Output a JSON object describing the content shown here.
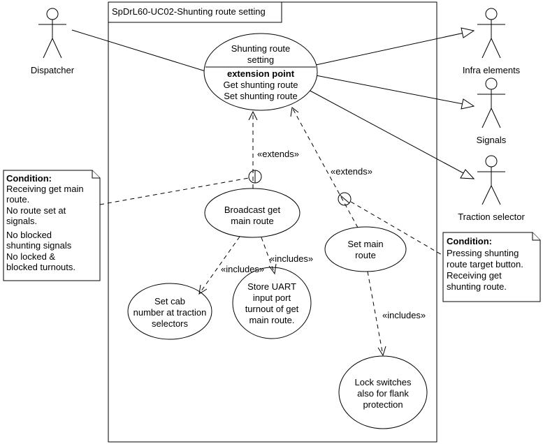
{
  "system": {
    "title": "SpDrL60-UC02-Shunting route setting"
  },
  "actors": [
    {
      "id": "dispatcher",
      "name": "Dispatcher"
    },
    {
      "id": "infra",
      "name": "Infra elements"
    },
    {
      "id": "signals",
      "name": "Signals"
    },
    {
      "id": "traction",
      "name": "Traction selector"
    }
  ],
  "main_use_case": {
    "line1": "Shunting route",
    "line2": "setting",
    "ext_header": "extension point",
    "ext_points": [
      "Get shunting route",
      "Set shunting route"
    ]
  },
  "use_cases": {
    "broadcast": [
      "Broadcast get",
      "main route"
    ],
    "set_main": [
      "Set main",
      "route"
    ],
    "set_cab": [
      "Set cab",
      "number at traction",
      "selectors"
    ],
    "store_uart": [
      "Store UART",
      "input port",
      "turnout of get",
      "main route."
    ],
    "lock_switches": [
      "Lock switches",
      "also for flank",
      "protection"
    ]
  },
  "stereotypes": {
    "extends_1": "«extends»",
    "extends_2": "«extends»",
    "includes_1": "«includes»",
    "includes_2": "«includes»",
    "includes_3": "«includes»"
  },
  "notes": {
    "left": {
      "title": "Condition:",
      "lines": [
        "Receiving get main",
        "route.",
        "No route set at",
        "signals.",
        "No blocked",
        "shunting signals",
        "No locked &",
        "blocked turnouts."
      ]
    },
    "right": {
      "title": "Condition:",
      "lines": [
        "Pressing shunting",
        "route target button.",
        "Receiving get",
        "shunting route."
      ]
    }
  }
}
